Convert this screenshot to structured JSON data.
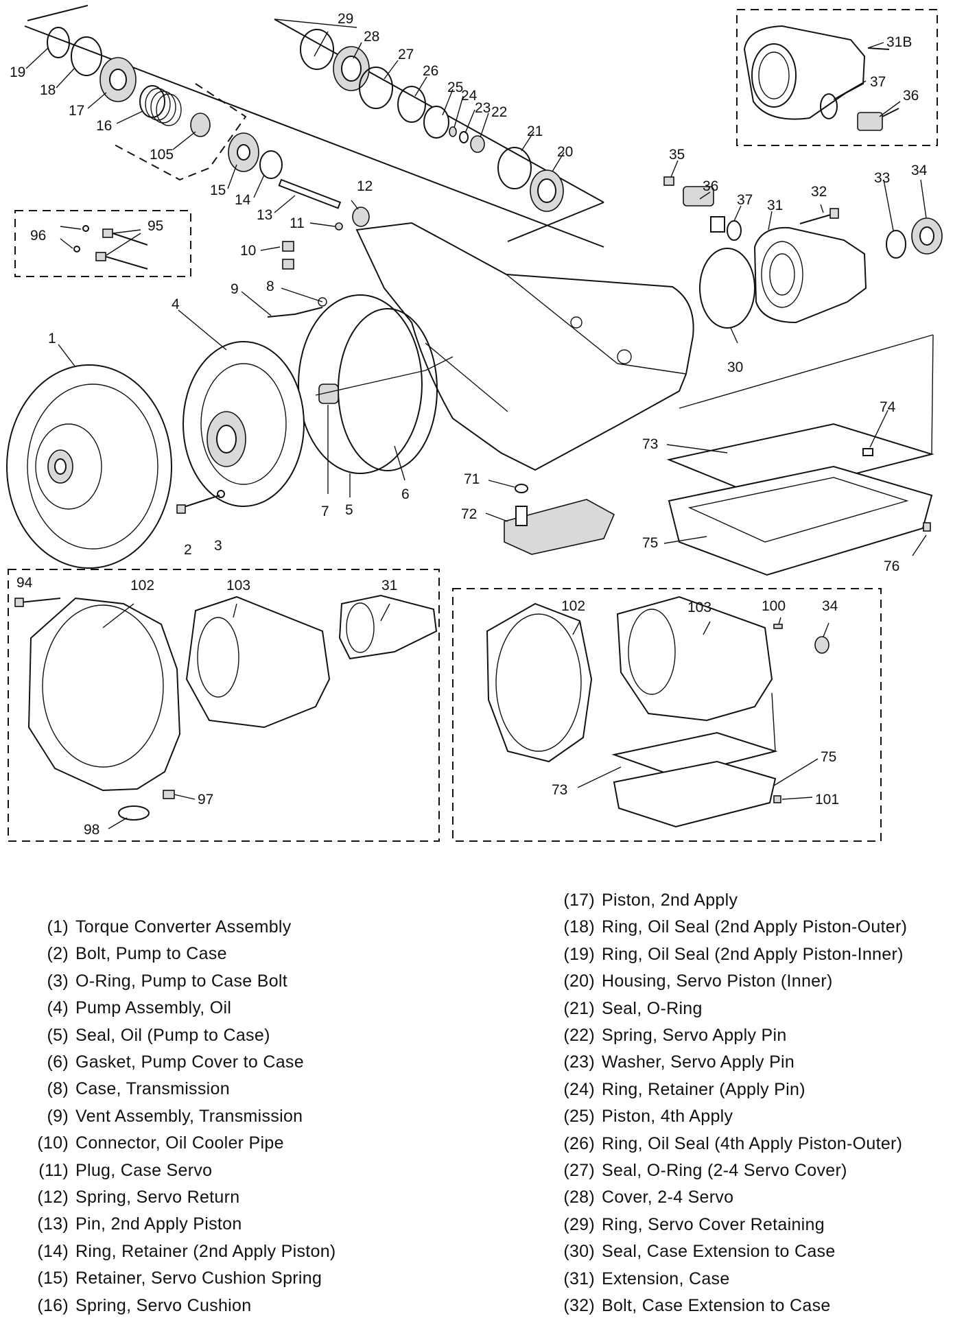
{
  "callouts": {
    "c1": "1",
    "c2": "2",
    "c3": "3",
    "c4": "4",
    "c5": "5",
    "c6": "6",
    "c7": "7",
    "c8": "8",
    "c9": "9",
    "c10": "10",
    "c11": "11",
    "c12": "12",
    "c13": "13",
    "c14": "14",
    "c15": "15",
    "c16": "16",
    "c17": "17",
    "c18": "18",
    "c19": "19",
    "c20": "20",
    "c21": "21",
    "c22": "22",
    "c23": "23",
    "c24": "24",
    "c25": "25",
    "c26": "26",
    "c27": "27",
    "c28": "28",
    "c29": "29",
    "c30": "30",
    "c31": "31",
    "c31b": "31B",
    "c32": "32",
    "c33": "33",
    "c34": "34",
    "c35": "35",
    "c36": "36",
    "c37": "37",
    "c71": "71",
    "c72": "72",
    "c73": "73",
    "c74": "74",
    "c75": "75",
    "c76": "76",
    "c94": "94",
    "c95": "95",
    "c96": "96",
    "c97": "97",
    "c98": "98",
    "c100": "100",
    "c101": "101",
    "c102": "102",
    "c103": "103",
    "c105": "105"
  },
  "legend_left": [
    {
      "num": "(1)",
      "text": "Torque Converter Assembly"
    },
    {
      "num": "(2)",
      "text": "Bolt, Pump to Case"
    },
    {
      "num": "(3)",
      "text": "O-Ring, Pump to Case Bolt"
    },
    {
      "num": "(4)",
      "text": "Pump Assembly, Oil"
    },
    {
      "num": "(5)",
      "text": "Seal, Oil (Pump to Case)"
    },
    {
      "num": "(6)",
      "text": "Gasket, Pump Cover to Case"
    },
    {
      "num": "(8)",
      "text": "Case, Transmission"
    },
    {
      "num": "(9)",
      "text": "Vent Assembly, Transmission"
    },
    {
      "num": "(10)",
      "text": "Connector, Oil Cooler Pipe"
    },
    {
      "num": "(11)",
      "text": "Plug, Case Servo"
    },
    {
      "num": "(12)",
      "text": "Spring, Servo Return"
    },
    {
      "num": "(13)",
      "text": "Pin, 2nd Apply Piston"
    },
    {
      "num": "(14)",
      "text": "Ring, Retainer (2nd Apply Piston)"
    },
    {
      "num": "(15)",
      "text": "Retainer, Servo Cushion Spring"
    },
    {
      "num": "(16)",
      "text": "Spring, Servo Cushion"
    }
  ],
  "legend_right": [
    {
      "num": "(17)",
      "text": "Piston, 2nd Apply"
    },
    {
      "num": "(18)",
      "text": "Ring, Oil Seal (2nd Apply Piston-Outer)"
    },
    {
      "num": "(19)",
      "text": "Ring, Oil Seal (2nd Apply Piston-Inner)"
    },
    {
      "num": "(20)",
      "text": "Housing, Servo Piston (Inner)"
    },
    {
      "num": "(21)",
      "text": "Seal, O-Ring"
    },
    {
      "num": "(22)",
      "text": "Spring, Servo Apply Pin"
    },
    {
      "num": "(23)",
      "text": "Washer, Servo Apply Pin"
    },
    {
      "num": "(24)",
      "text": "Ring, Retainer (Apply Pin)"
    },
    {
      "num": "(25)",
      "text": "Piston, 4th Apply"
    },
    {
      "num": "(26)",
      "text": "Ring, Oil Seal (4th Apply Piston-Outer)"
    },
    {
      "num": "(27)",
      "text": "Seal, O-Ring (2-4 Servo Cover)"
    },
    {
      "num": "(28)",
      "text": "Cover, 2-4 Servo"
    },
    {
      "num": "(29)",
      "text": "Ring, Servo Cover Retaining"
    },
    {
      "num": "(30)",
      "text": "Seal, Case Extension to Case"
    },
    {
      "num": "(31)",
      "text": "Extension, Case"
    },
    {
      "num": "(32)",
      "text": "Bolt, Case Extension to Case"
    }
  ]
}
